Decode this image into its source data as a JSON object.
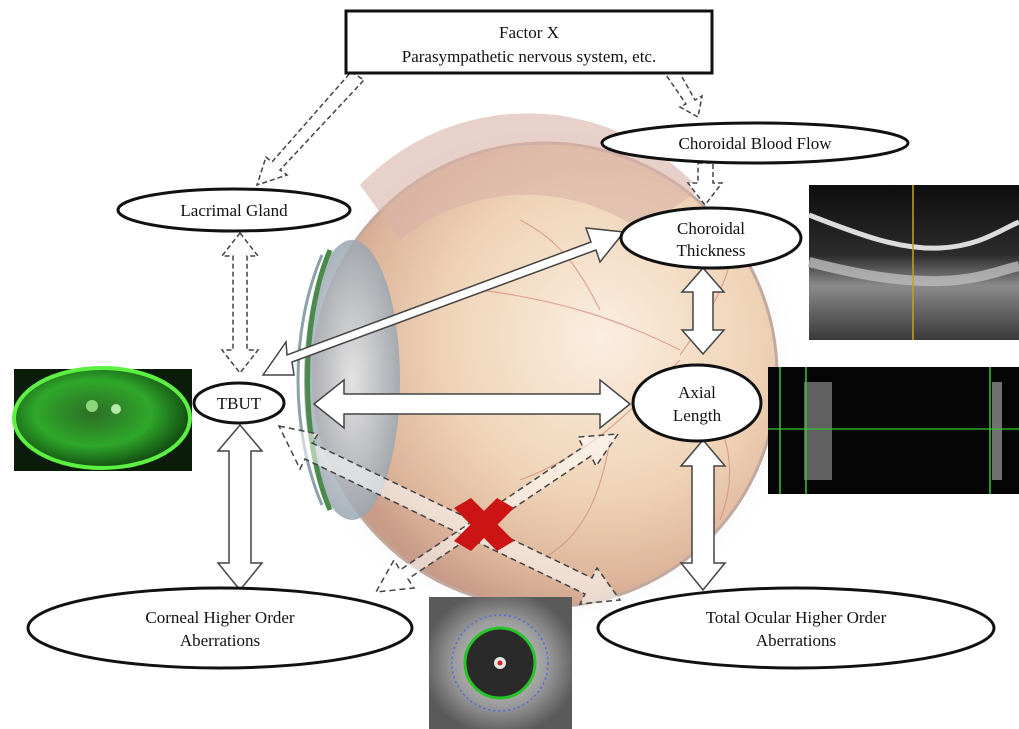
{
  "factor_box": {
    "line1": "Factor X",
    "line2": "Parasympathetic nervous system, etc."
  },
  "nodes": {
    "choroidal_blood_flow": "Choroidal Blood Flow",
    "lacrimal_gland": "Lacrimal Gland",
    "choroidal_thickness_line1": "Choroidal",
    "choroidal_thickness_line2": "Thickness",
    "tbut": "TBUT",
    "axial_length_line1": "Axial",
    "axial_length_line2": "Length",
    "corneal_hoa_line1": "Corneal Higher Order",
    "corneal_hoa_line2": "Aberrations",
    "total_hoa_line1": "Total Ocular Higher Order",
    "total_hoa_line2": "Aberrations"
  },
  "colors": {
    "fluorescein_green": "#39d22a",
    "cross_red": "#cc1414",
    "oct_background": "#0b0b0b",
    "oct_line_yellow": "#c9a21a",
    "biometry_line_green": "#36c436",
    "eye_sclera": "#e8c9a6",
    "eye_outline": "#c2a9a0"
  },
  "icons": {
    "no_relation": "red-x-icon",
    "fluorescein_image": "fluorescein-stained-eye-image",
    "oct_image": "oct-choroid-scan-image",
    "biometry_image": "axial-length-biometry-image",
    "aberrometry_image": "aberrometer-eye-image"
  }
}
